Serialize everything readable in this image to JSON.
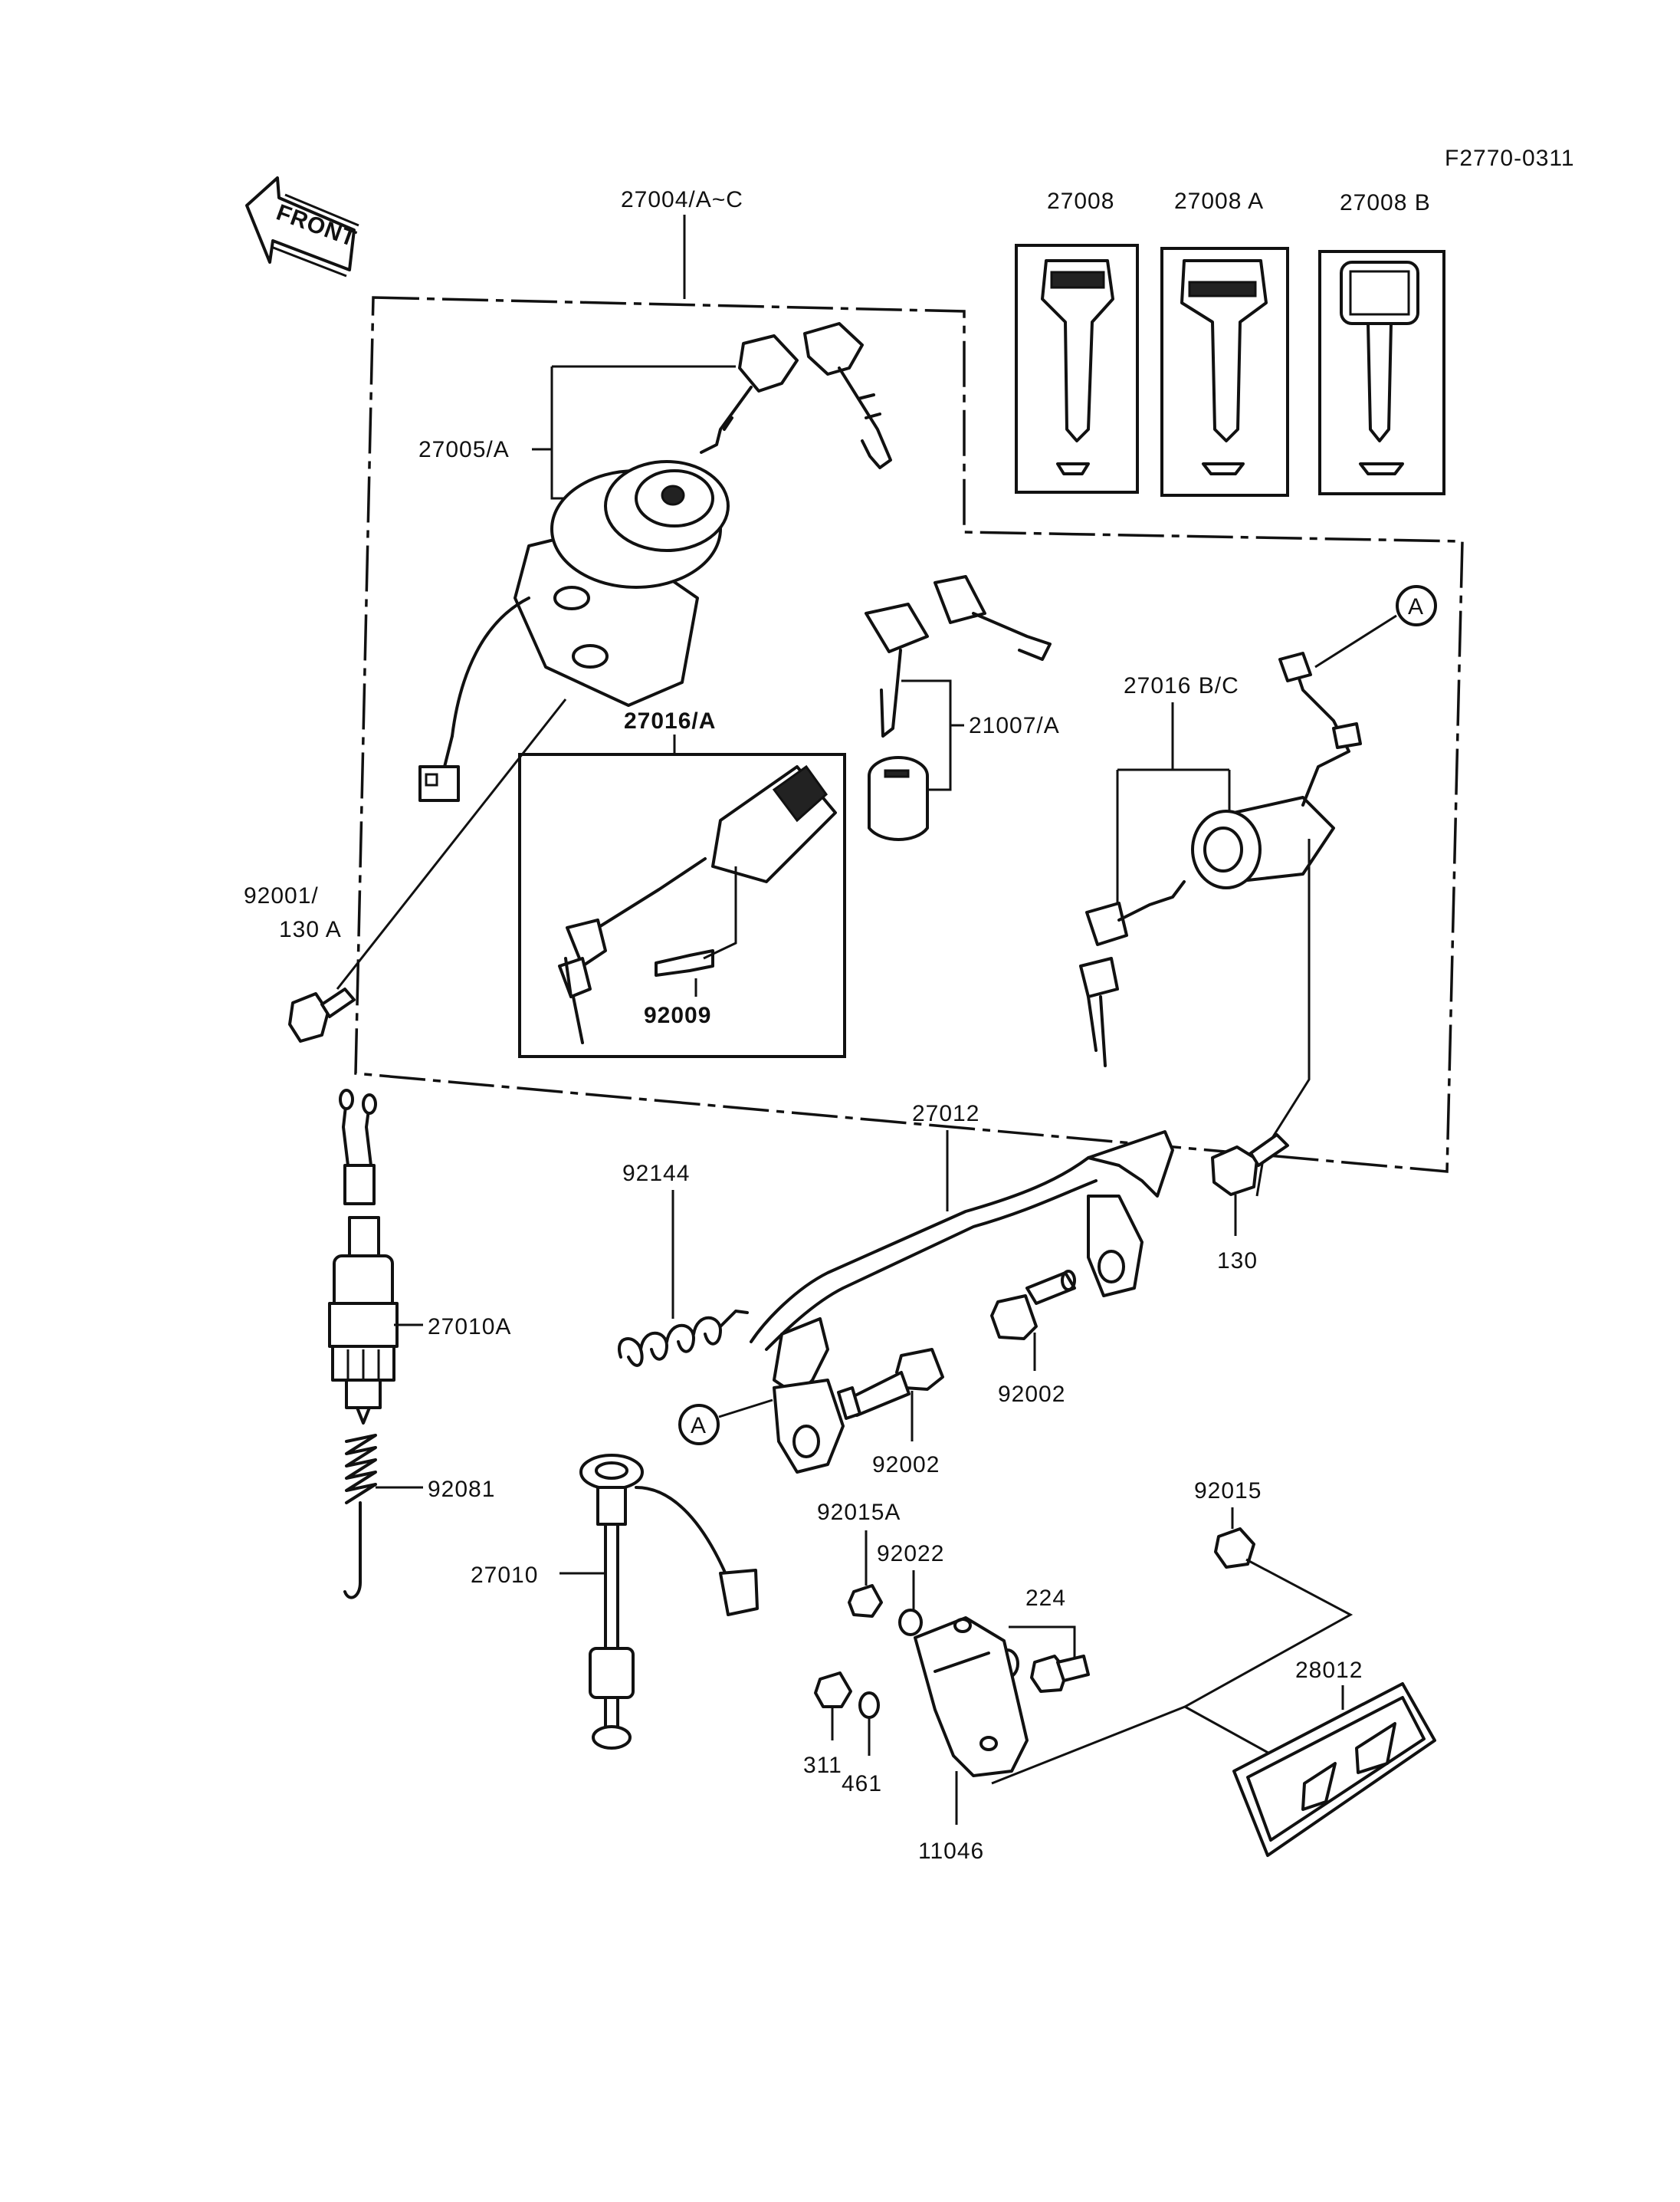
{
  "figure_code": "F2770-0311",
  "front_arrow_label": "FRONT",
  "callouts": {
    "a_top": "A",
    "a_bottom": "A"
  },
  "parts": {
    "p27004": "27004/A~C",
    "p27005": "27005/A",
    "p27008": "27008",
    "p27008a": "27008 A",
    "p27008b": "27008 B",
    "p27016a": "27016/A",
    "p21007": "21007/A",
    "p27016bc": "27016 B/C",
    "p92001": "92001/",
    "p130a": "130 A",
    "p92009": "92009",
    "p27012": "27012",
    "p92144": "92144",
    "p130": "130",
    "p27010a": "27010A",
    "p92002a": "92002",
    "p92002b": "92002",
    "p92081": "92081",
    "p27010": "27010",
    "p92015a": "92015A",
    "p92022": "92022",
    "p224": "224",
    "p92015": "92015",
    "p28012": "28012",
    "p311": "311",
    "p461": "461",
    "p11046": "11046"
  }
}
